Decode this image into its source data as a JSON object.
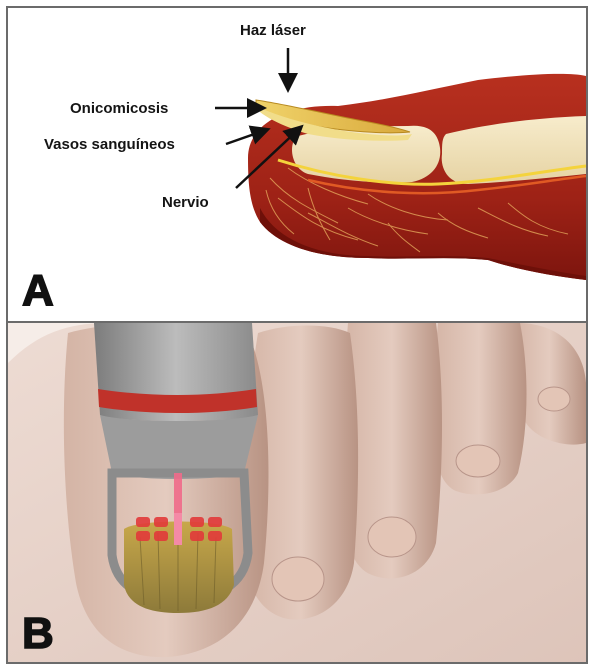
{
  "panel_a": {
    "letter": "A",
    "labels": {
      "laser_beam": "Haz láser",
      "onychomycosis": "Onicomicosis",
      "blood_vessels": "Vasos sanguíneos",
      "nerve": "Nervio"
    }
  },
  "panel_b": {
    "letter": "B"
  },
  "colors": {
    "tissue_red": "#a8241a",
    "tissue_dark": "#7d150e",
    "nail_yellow": "#e8c640",
    "bone_cream": "#f2e6c0",
    "laser_red": "#e23a3a",
    "skin": "#d8b9ab",
    "device_gray": "#9a9a9a",
    "device_band": "#c0322a"
  }
}
